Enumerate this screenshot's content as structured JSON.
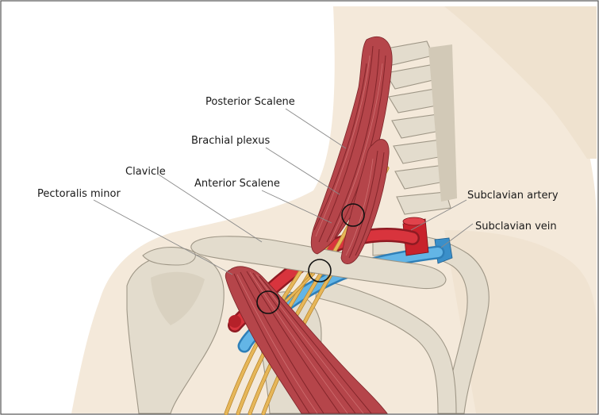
{
  "labels": {
    "posterior_scalene": "Posterior Scalene",
    "brachial_plexus": "Brachial plexus",
    "clavicle": "Clavicle",
    "anterior_scalene": "Anterior Scalene",
    "pectoralis_minor": "Pectoralis minor",
    "subclavian_artery": "Subclavian artery",
    "subclavian_vein": "Subclavian vein"
  },
  "colors": {
    "skin": "#f4e9da",
    "bone": "#e3dccd",
    "muscle": "#b5454a",
    "artery": "#d0303a",
    "vein": "#4aa3dc",
    "nerve": "#e7b759"
  }
}
